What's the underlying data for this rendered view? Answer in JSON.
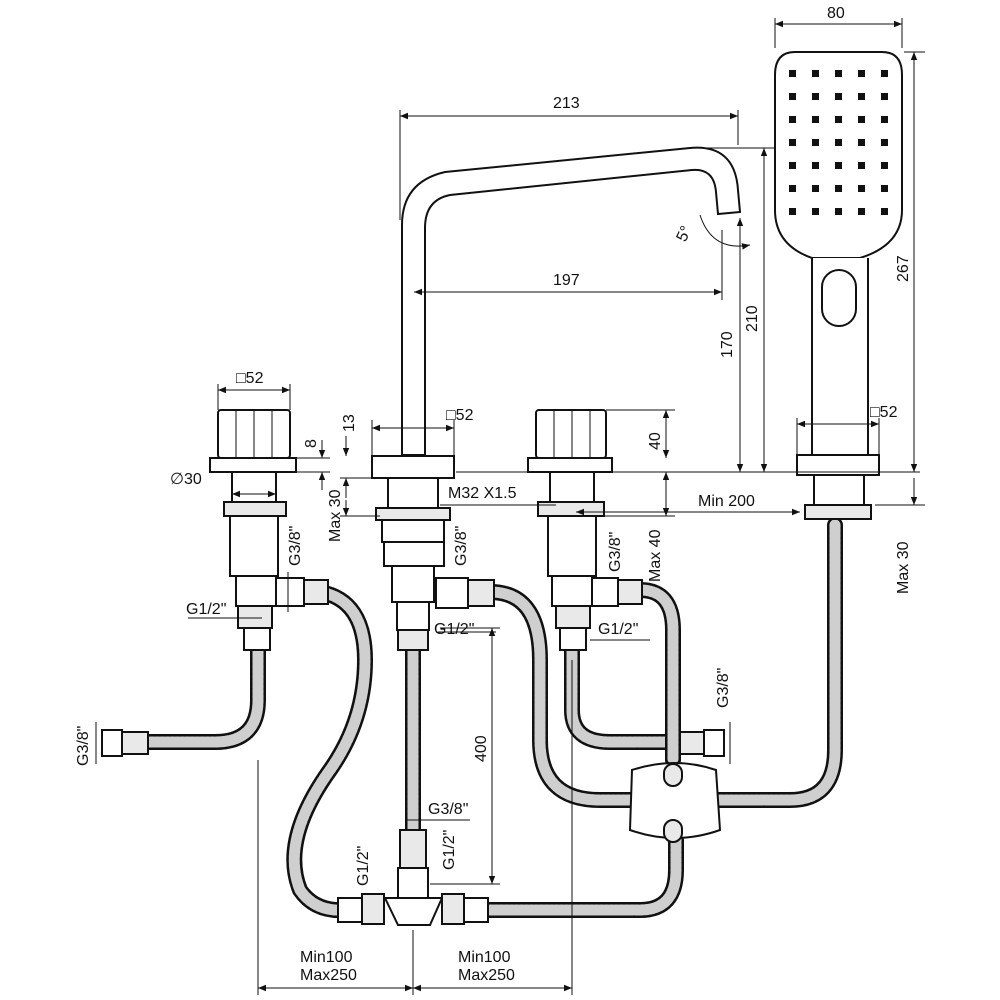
{
  "dimensions": {
    "handshower_width": "80",
    "spout_reach_total": "213",
    "spout_reach": "197",
    "spout_angle": "5°",
    "spout_height_outlet": "170",
    "spout_height_total": "210",
    "handshower_length": "267",
    "square_52_left": "□52",
    "square_52_center": "□52",
    "square_52_right": "□52",
    "handle_height": "40",
    "dim_8": "8",
    "dim_13": "13",
    "diameter_30": "∅30",
    "max_30_left": "Max 30",
    "thread_m32": "M32 X1.5",
    "min_200": "Min 200",
    "max_40": "Max 40",
    "max_30_right": "Max 30",
    "g38_left_valve": "G3/8\"",
    "g38_center": "G3/8\"",
    "g38_right_valve": "G3/8\"",
    "g12_left": "G1/2\"",
    "g12_center": "G1/2\"",
    "g12_right": "G1/2\"",
    "g38_left_end": "G3/8\"",
    "g38_right_end": "G3/8\"",
    "hose_400": "400",
    "g38_tee": "G3/8\"",
    "g12_tee_left": "G1/2\"",
    "g12_tee_right": "G1/2\"",
    "min100_left": "Min100",
    "max250_left": "Max250",
    "min100_right": "Min100",
    "max250_right": "Max250"
  }
}
